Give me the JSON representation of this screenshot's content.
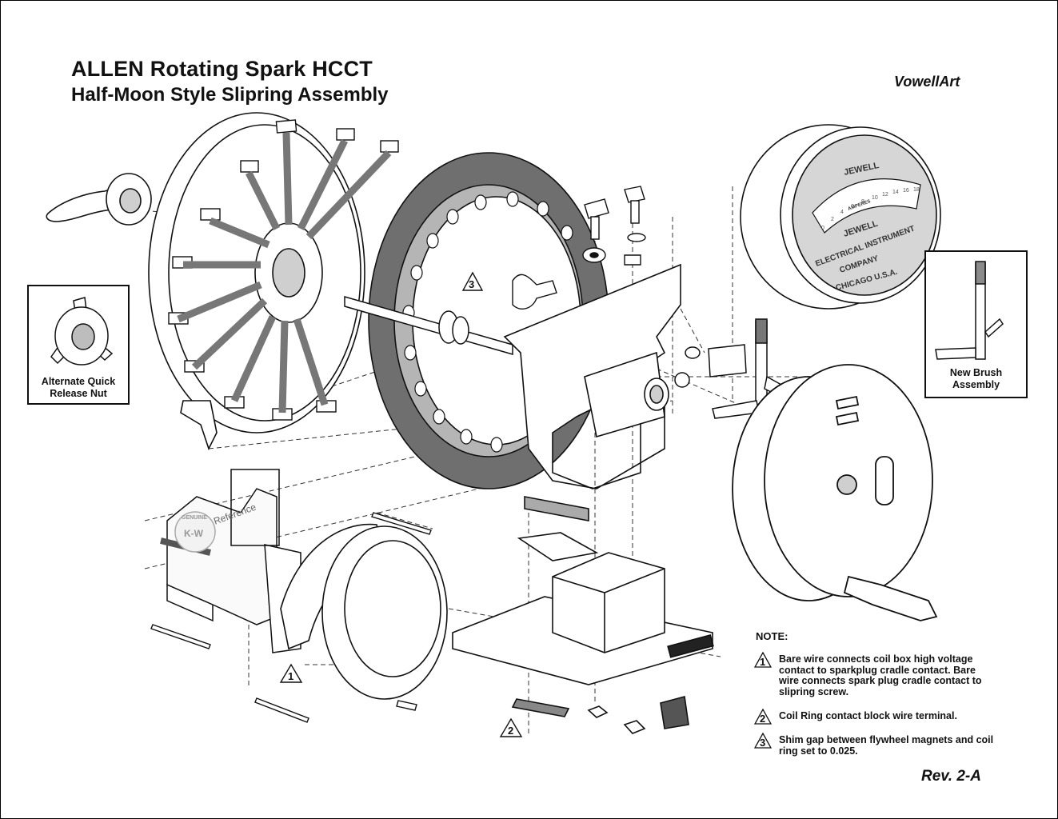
{
  "header": {
    "title": "ALLEN Rotating Spark HCCT",
    "subtitle": "Half-Moon Style Slipring Assembly",
    "brand": "VowellArt"
  },
  "insets": {
    "left_caption_line1": "Alternate Quick",
    "left_caption_line2": "Release Nut",
    "right_caption_line1": "New Brush",
    "right_caption_line2": "Assembly"
  },
  "callouts": {
    "one": "1",
    "two": "2",
    "three": "3"
  },
  "gauge": {
    "brand_top": "JEWELL",
    "scale_label": "AMPERES",
    "scale_ticks": [
      "0",
      "2",
      "4",
      "6",
      "8",
      "10",
      "12",
      "14",
      "16",
      "18"
    ],
    "line1": "JEWELL",
    "line2": "ELECTRICAL INSTRUMENT",
    "line3": "COMPANY",
    "line4": "CHICAGO U.S.A."
  },
  "stamp": {
    "brand": "GENUINE",
    "mark": "K-W"
  },
  "reference_label": "Reference",
  "notes": {
    "heading": "NOTE:",
    "items": [
      {
        "num": "1",
        "text": "Bare wire connects coil box high voltage contact to sparkplug cradle contact. Bare wire connects spark plug cradle contact to slipring screw."
      },
      {
        "num": "2",
        "text": "Coil Ring contact block wire terminal."
      },
      {
        "num": "3",
        "text": "Shim gap between flywheel magnets and coil ring set to 0.025."
      }
    ]
  },
  "revision": "Rev. 2-A"
}
